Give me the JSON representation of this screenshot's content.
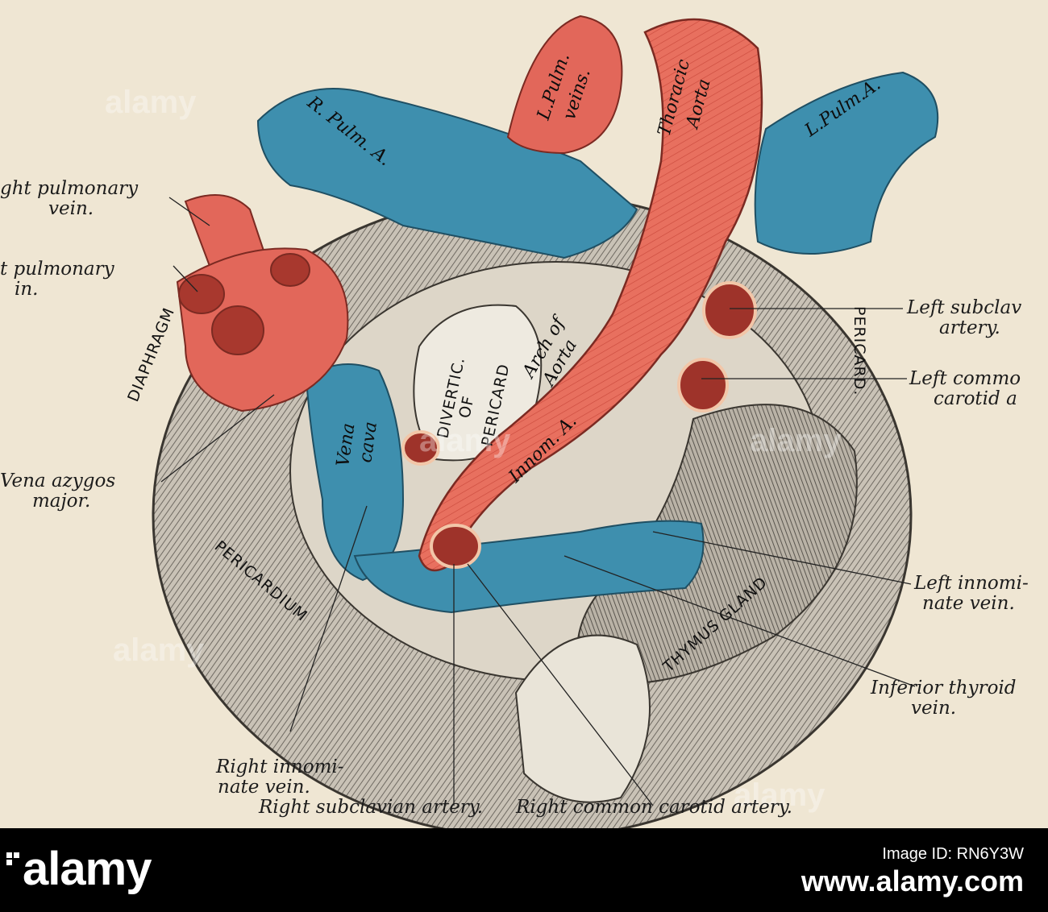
{
  "illustration": {
    "vessel_labels": {
      "r_pulm_a": "R. Pulm. A.",
      "l_pulm_veins_1": "L.Pulm.",
      "l_pulm_veins_2": "veins.",
      "thoracic_aorta_1": "Thoracic",
      "thoracic_aorta_2": "Aorta",
      "l_pulm_a": "L.Pulm.A.",
      "arch_aorta_1": "Arch of",
      "arch_aorta_2": "Aorta",
      "innom_a": "Innom. A.",
      "vena_cava_1": "Vena",
      "vena_cava_2": "cava"
    },
    "region_labels": {
      "diaphragm": "DIAPHRAGM",
      "divertic_1": "DIVERTIC.",
      "divertic_2": "OF",
      "divertic_3": "PERICARD",
      "pericard_right": "PERICARD.",
      "pericardium_bottom": "PERICARDIUM",
      "thymus": "THYMUS GLAND"
    },
    "callouts": {
      "right_pulmonary_vein_upper_1": "ght pulmonary",
      "right_pulmonary_vein_upper_2": "vein.",
      "right_pulmonary_vein_lower_1": "t pulmonary",
      "right_pulmonary_vein_lower_2": "in.",
      "vena_azygos_1": "Vena azygos",
      "vena_azygos_2": "major.",
      "left_subclavian_1": "Left subclav",
      "left_subclavian_2": "artery.",
      "left_common_carotid_1": "Left commo",
      "left_common_carotid_2": "carotid a",
      "left_innominate_1": "Left innomi-",
      "left_innominate_2": "nate vein.",
      "inferior_thyroid_1": "Inferior thyroid",
      "inferior_thyroid_2": "vein.",
      "right_innominate_1": "Right innomi-",
      "right_innominate_2": "nate vein.",
      "right_subclavian": "Right subclavian artery.",
      "right_common_carotid": "Right common carotid artery."
    },
    "colors": {
      "artery": "#e2675a",
      "vein": "#3e8fae",
      "background": "#efe6d3"
    },
    "watermark": "alamy"
  },
  "banner": {
    "brand": "alamy",
    "meta_top": "Image ID: RN6Y3W",
    "meta_site": "www.alamy.com"
  }
}
